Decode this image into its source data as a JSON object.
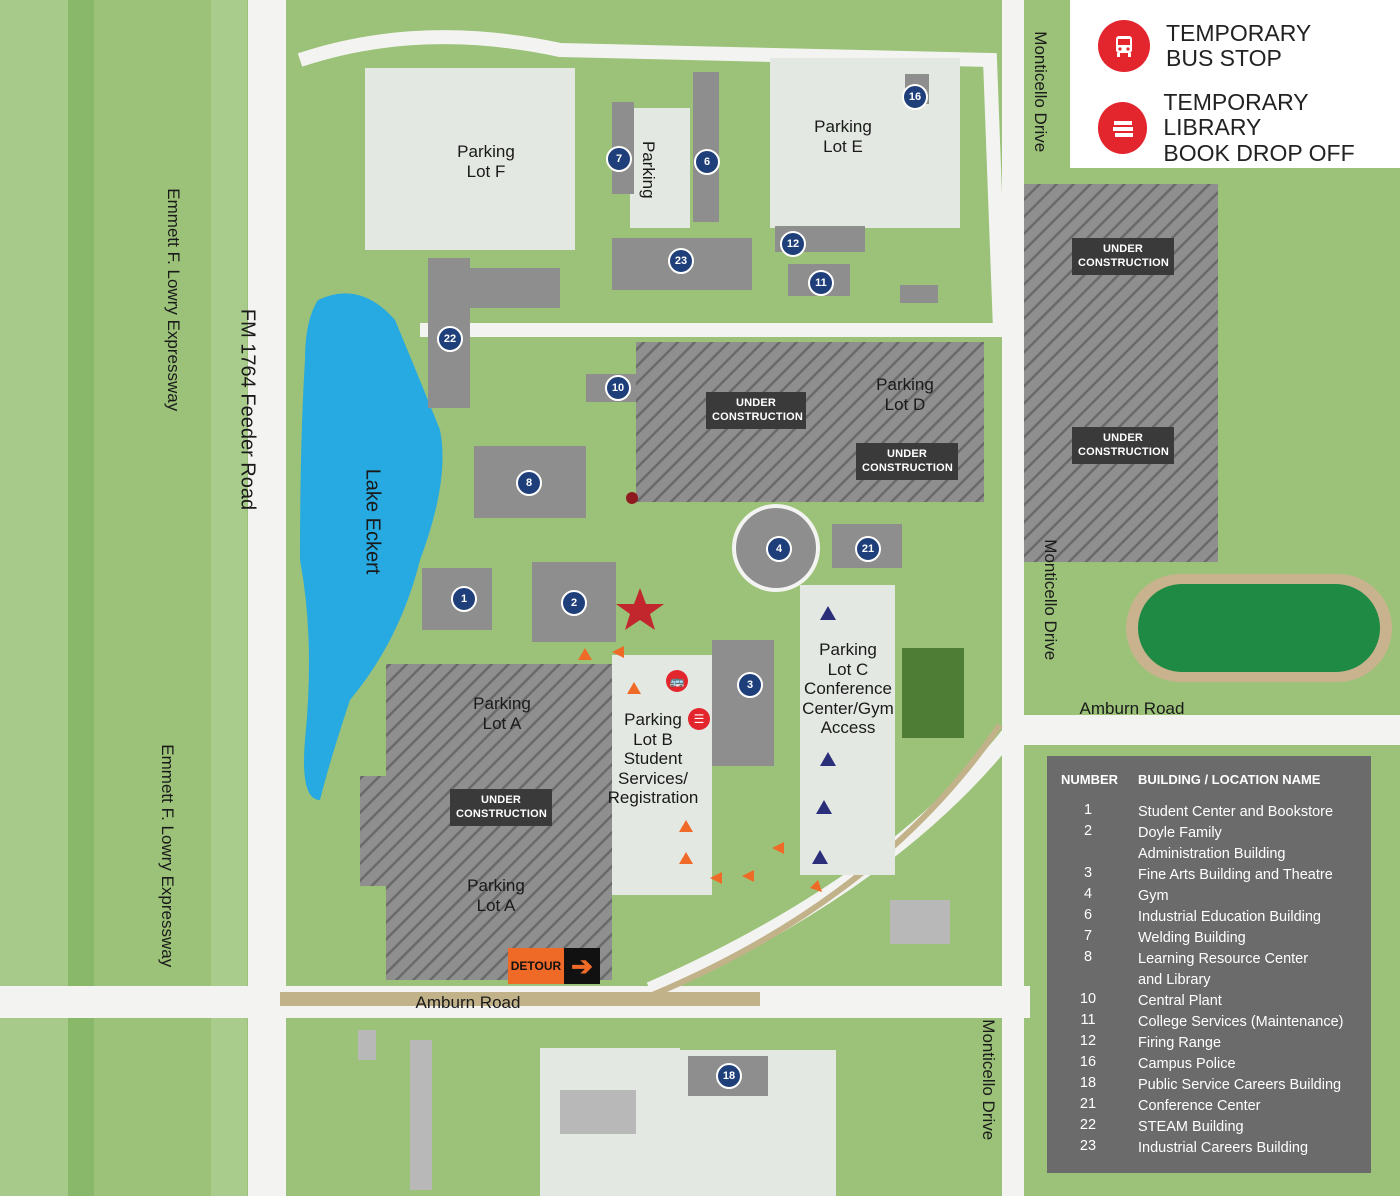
{
  "legend": {
    "bus_stop": "TEMPORARY\nBUS STOP",
    "book_drop": "TEMPORARY LIBRARY\nBOOK DROP OFF",
    "bus_icon": "bus-icon",
    "book_icon": "books-icon",
    "accent_color": "#e3262e"
  },
  "roads": {
    "expressway": "Emmett F. Lowry Expressway",
    "feeder": "FM 1764 Feeder Road",
    "monticello": "Monticello Drive",
    "amburn": "Amburn Road"
  },
  "features": {
    "lake": "Lake Eckert",
    "lot_f": "Parking\nLot F",
    "lot_e": "Parking\nLot E",
    "parking": "Parking",
    "lot_d": "Parking\nLot D",
    "lot_a": "Parking\nLot A",
    "lot_b": "Parking\nLot B\nStudent\nServices/\nRegistration",
    "lot_c": "Parking\nLot C\nConference\nCenter/Gym\nAccess",
    "under_construction": "UNDER\nCONSTRUCTION",
    "detour": "DETOUR",
    "detour_arrow": "➔"
  },
  "building_markers": [
    "1",
    "2",
    "3",
    "4",
    "6",
    "7",
    "8",
    "10",
    "11",
    "12",
    "16",
    "18",
    "21",
    "22",
    "23"
  ],
  "table": {
    "col_number": "NUMBER",
    "col_name": "BUILDING / LOCATION NAME",
    "rows": [
      {
        "num": "1",
        "name": "Student Center and Bookstore"
      },
      {
        "num": "2",
        "name": "Doyle Family\nAdministration Building"
      },
      {
        "num": "3",
        "name": "Fine Arts Building and Theatre"
      },
      {
        "num": "4",
        "name": "Gym"
      },
      {
        "num": "6",
        "name": "Industrial Education Building"
      },
      {
        "num": "7",
        "name": "Welding Building"
      },
      {
        "num": "8",
        "name": "Learning Resource Center\nand Library"
      },
      {
        "num": "10",
        "name": "Central Plant"
      },
      {
        "num": "11",
        "name": "College Services (Maintenance)"
      },
      {
        "num": "12",
        "name": "Firing Range"
      },
      {
        "num": "16",
        "name": "Campus Police"
      },
      {
        "num": "18",
        "name": "Public Service Careers Building"
      },
      {
        "num": "21",
        "name": "Conference Center"
      },
      {
        "num": "22",
        "name": "STEAM Building"
      },
      {
        "num": "23",
        "name": "Industrial Careers Building"
      }
    ]
  },
  "colors": {
    "grass": "#9bc278",
    "road": "#ffffff",
    "pavement": "#e4e8e2",
    "building": "#8e8e8e",
    "water": "#27a9e1",
    "track": "#1e8a43",
    "marker": "#1f3f7a",
    "detour": "#f06a27"
  }
}
